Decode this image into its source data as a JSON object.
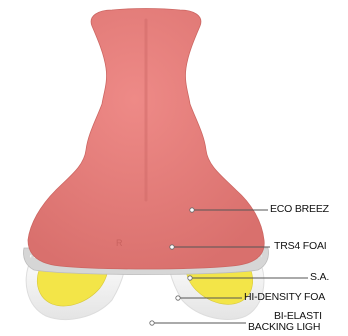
{
  "labels": {
    "eco_breeze": "ECO BREEZ",
    "trs4_foam": "TRS4 FOAI",
    "sa": "S.A.",
    "hi_density_foam": "HI-DENSITY FOA",
    "bi_elastic_line1": "BI-ELASTI",
    "bi_elastic_line2": "BACKING LIGH"
  },
  "colors": {
    "saddle_top": "#e77e7b",
    "saddle_shade": "#d86e6b",
    "foam_edge": "#d9d9d9",
    "gel_insert": "#f2e64a",
    "base_shell": "#f1f1f1",
    "leader_line": "#555555",
    "text": "#111111"
  }
}
